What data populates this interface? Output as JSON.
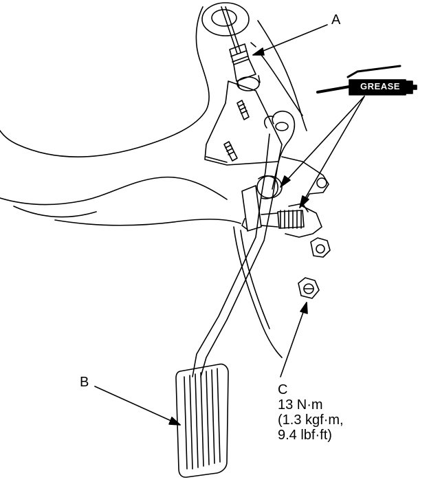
{
  "callouts": {
    "a": "A",
    "b": "B",
    "c": "C"
  },
  "torque_spec": {
    "line1": "13 N·m",
    "line2": "(1.3 kgf·m,",
    "line3": "9.4 lbf·ft)"
  },
  "grease_label": "GREASE",
  "colors": {
    "ink": "#000000",
    "paper": "#ffffff"
  },
  "icons": {
    "grease_gun": "grease-gun-icon"
  }
}
